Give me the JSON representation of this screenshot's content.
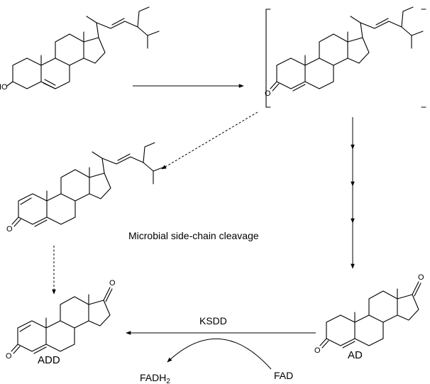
{
  "labels": {
    "caption": "Microbial side-chain cleavage",
    "enzyme": "KSDD",
    "add": "ADD",
    "ad": "AD",
    "fadh2_main": "FADH",
    "fadh2_sub": "2",
    "fad": "FAD"
  },
  "atoms": {
    "hydroxyl": "HO",
    "oxygen": "O"
  }
}
